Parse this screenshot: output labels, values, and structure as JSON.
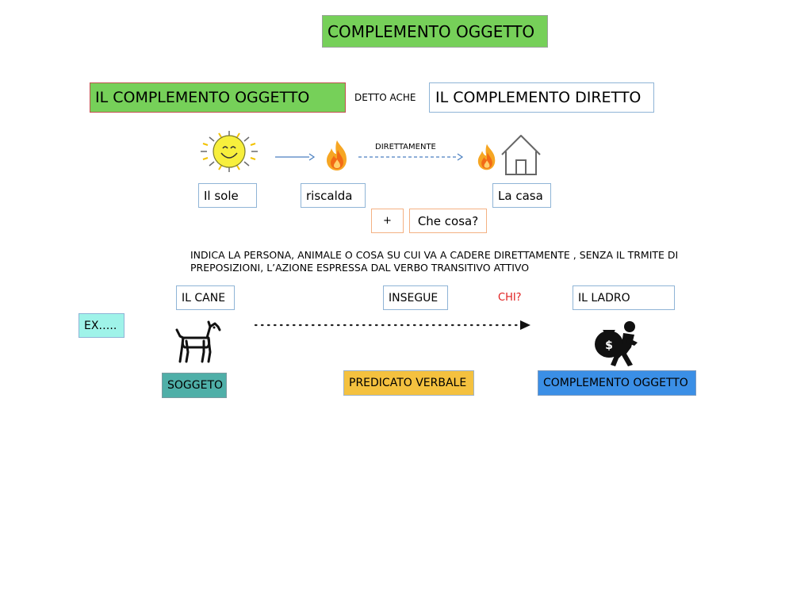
{
  "title": "COMPLEMENTO OGGETTO",
  "header": {
    "left": "IL COMPLEMENTO OGGETTO",
    "middle": "DETTO ACHE",
    "right": "IL COMPLEMENTO DIRETTO"
  },
  "example1": {
    "subject": "Il sole",
    "verb": "riscalda",
    "object": "La casa",
    "arrow_label": "DIRETTAMENTE",
    "plus": "+",
    "question": "Che cosa?"
  },
  "description": "INDICA LA PERSONA, ANIMALE O COSA SU CUI VA A CADERE DIRETTAMENTE , SENZA IL TRMITE DI PREPOSIZIONI, L’AZIONE ESPRESSA DAL VERBO TRANSITIVO ATTIVO",
  "example2": {
    "ex_label": "EX…..",
    "subject": "IL CANE",
    "verb": "INSEGUE",
    "question": "CHI?",
    "object": "IL LADRO",
    "subject_role": "SOGGETO",
    "verb_role": "PREDICATO VERBALE",
    "object_role": "COMPLEMENTO OGGETTO"
  },
  "icons": [
    "sun-icon",
    "fire-icon",
    "fire-icon",
    "house-icon",
    "dog-icon",
    "thief-icon"
  ],
  "colors": {
    "green": "#76d059",
    "teal": "#4fafa8",
    "yellow": "#f4c13f",
    "blue": "#3b8fe6",
    "aqua": "#9ff3e9",
    "question_red": "#e02020"
  }
}
